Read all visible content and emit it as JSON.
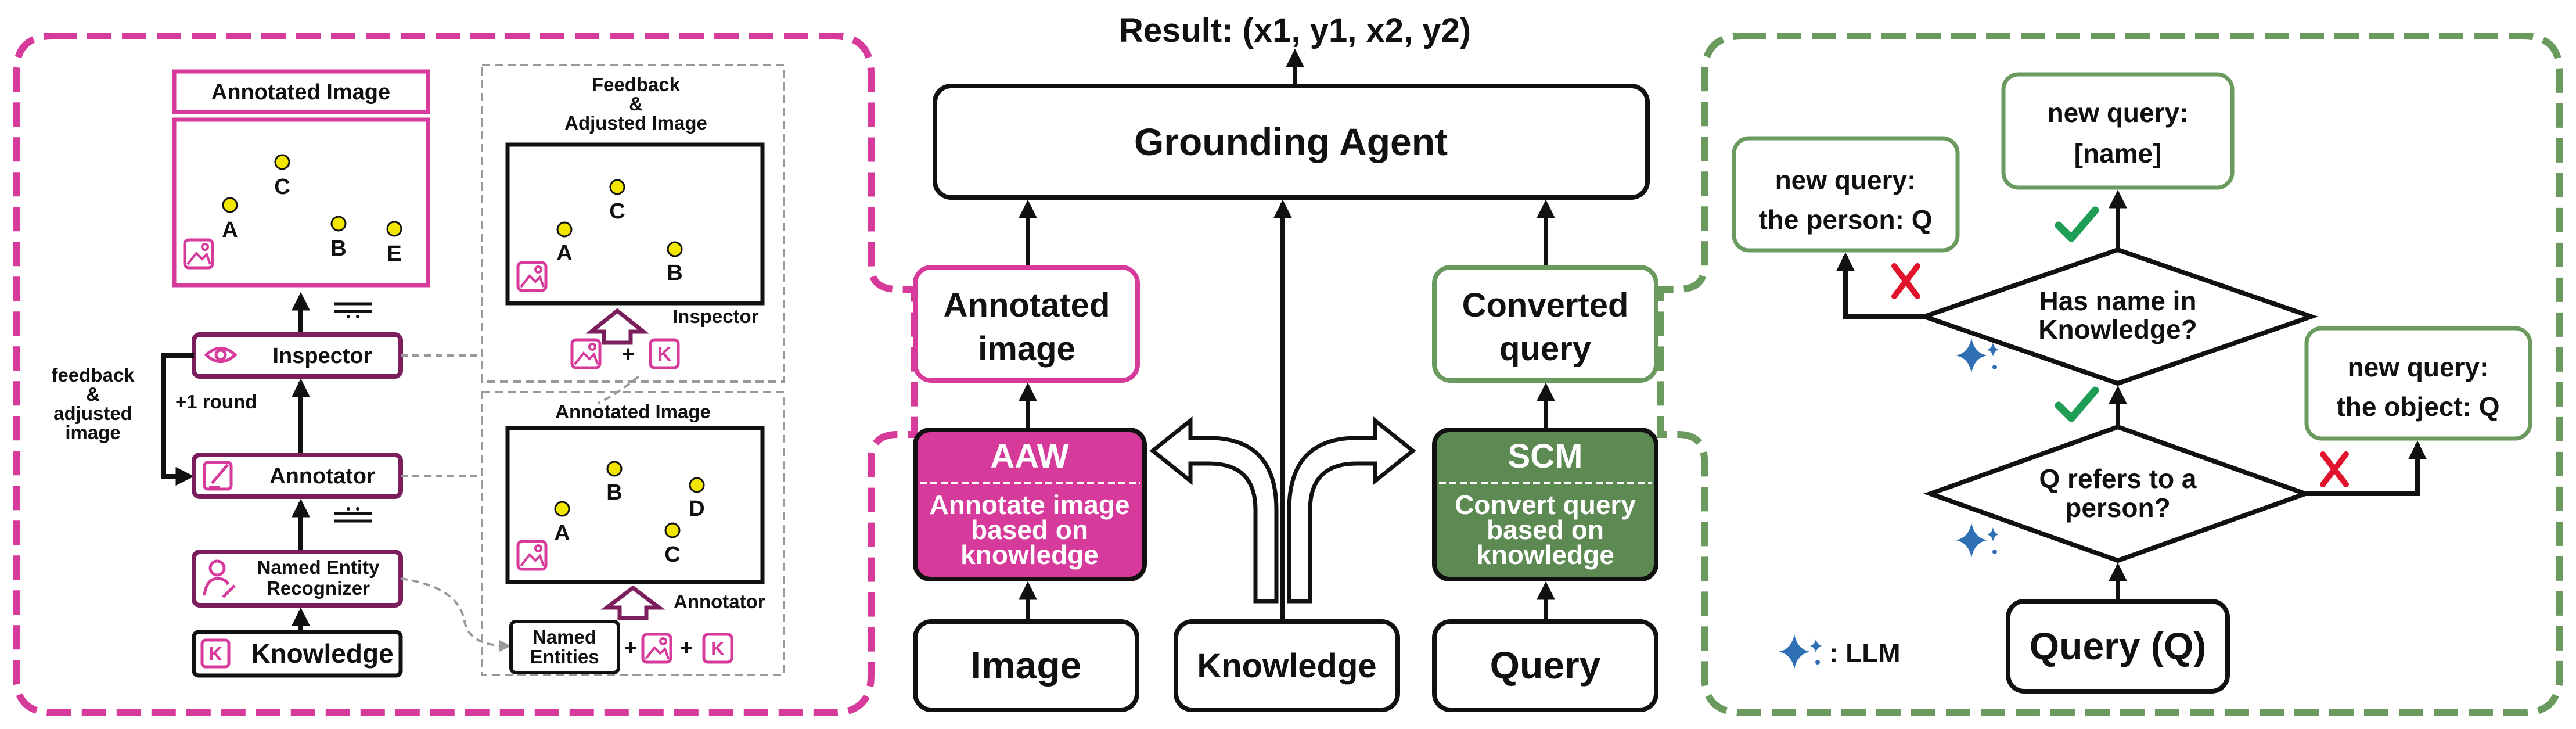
{
  "colors": {
    "magenta": "#d63a9a",
    "dark_magenta": "#7a1f5c",
    "green": "#6a9a5e",
    "dark_green": "#5d8a52",
    "check_green": "#1e9d54",
    "cross_red": "#e0142c",
    "point_yellow": "#f2e600",
    "llm_blue": "#2f6fb3"
  },
  "left_panel": {
    "annotated_image_title": "Annotated Image",
    "annotated_points": [
      "C",
      "A",
      "B",
      "E"
    ],
    "inspector": "Inspector",
    "annotator": "Annotator",
    "ner_line1": "Named Entity",
    "ner_line2": "Recognizer",
    "knowledge": "Knowledge",
    "knowledge_icon": "K",
    "feedback_line1": "feedback",
    "feedback_line2": "&",
    "feedback_line3": "adjusted",
    "feedback_line4": "image",
    "round_label": "+1 round",
    "feedback_box_line1": "Feedback",
    "feedback_box_line2": "&",
    "feedback_box_line3": "Adjusted Image",
    "feedback_points": [
      "C",
      "A",
      "B"
    ],
    "inspector_small": "Inspector",
    "annotated_box_title": "Annotated Image",
    "annotated_box_points": [
      "B",
      "D",
      "A",
      "C"
    ],
    "annotator_small": "Annotator",
    "named_entities_line1": "Named",
    "named_entities_line2": "Entities",
    "plus": "+"
  },
  "center": {
    "result": "Result: (x1, y1, x2, y2)",
    "grounding_agent": "Grounding Agent",
    "annotated_image_line1": "Annotated",
    "annotated_image_line2": "image",
    "converted_query_line1": "Converted",
    "converted_query_line2": "query",
    "aaw_title": "AAW",
    "aaw_desc_line1": "Annotate image",
    "aaw_desc_line2": "based on",
    "aaw_desc_line3": "knowledge",
    "scm_title": "SCM",
    "scm_desc_line1": "Convert query",
    "scm_desc_line2": "based on",
    "scm_desc_line3": "knowledge",
    "image": "Image",
    "knowledge": "Knowledge",
    "query": "Query"
  },
  "right_panel": {
    "new_query_person_line1": "new query:",
    "new_query_person_line2": "the person: Q",
    "new_query_name_line1": "new query:",
    "new_query_name_line2": "[name]",
    "has_name_line1": "Has name in",
    "has_name_line2": "Knowledge?",
    "new_query_object_line1": "new query:",
    "new_query_object_line2": "the object: Q",
    "refers_line1": "Q refers to a",
    "refers_line2": "person?",
    "query_q": "Query (Q)",
    "llm_legend": ": LLM"
  }
}
